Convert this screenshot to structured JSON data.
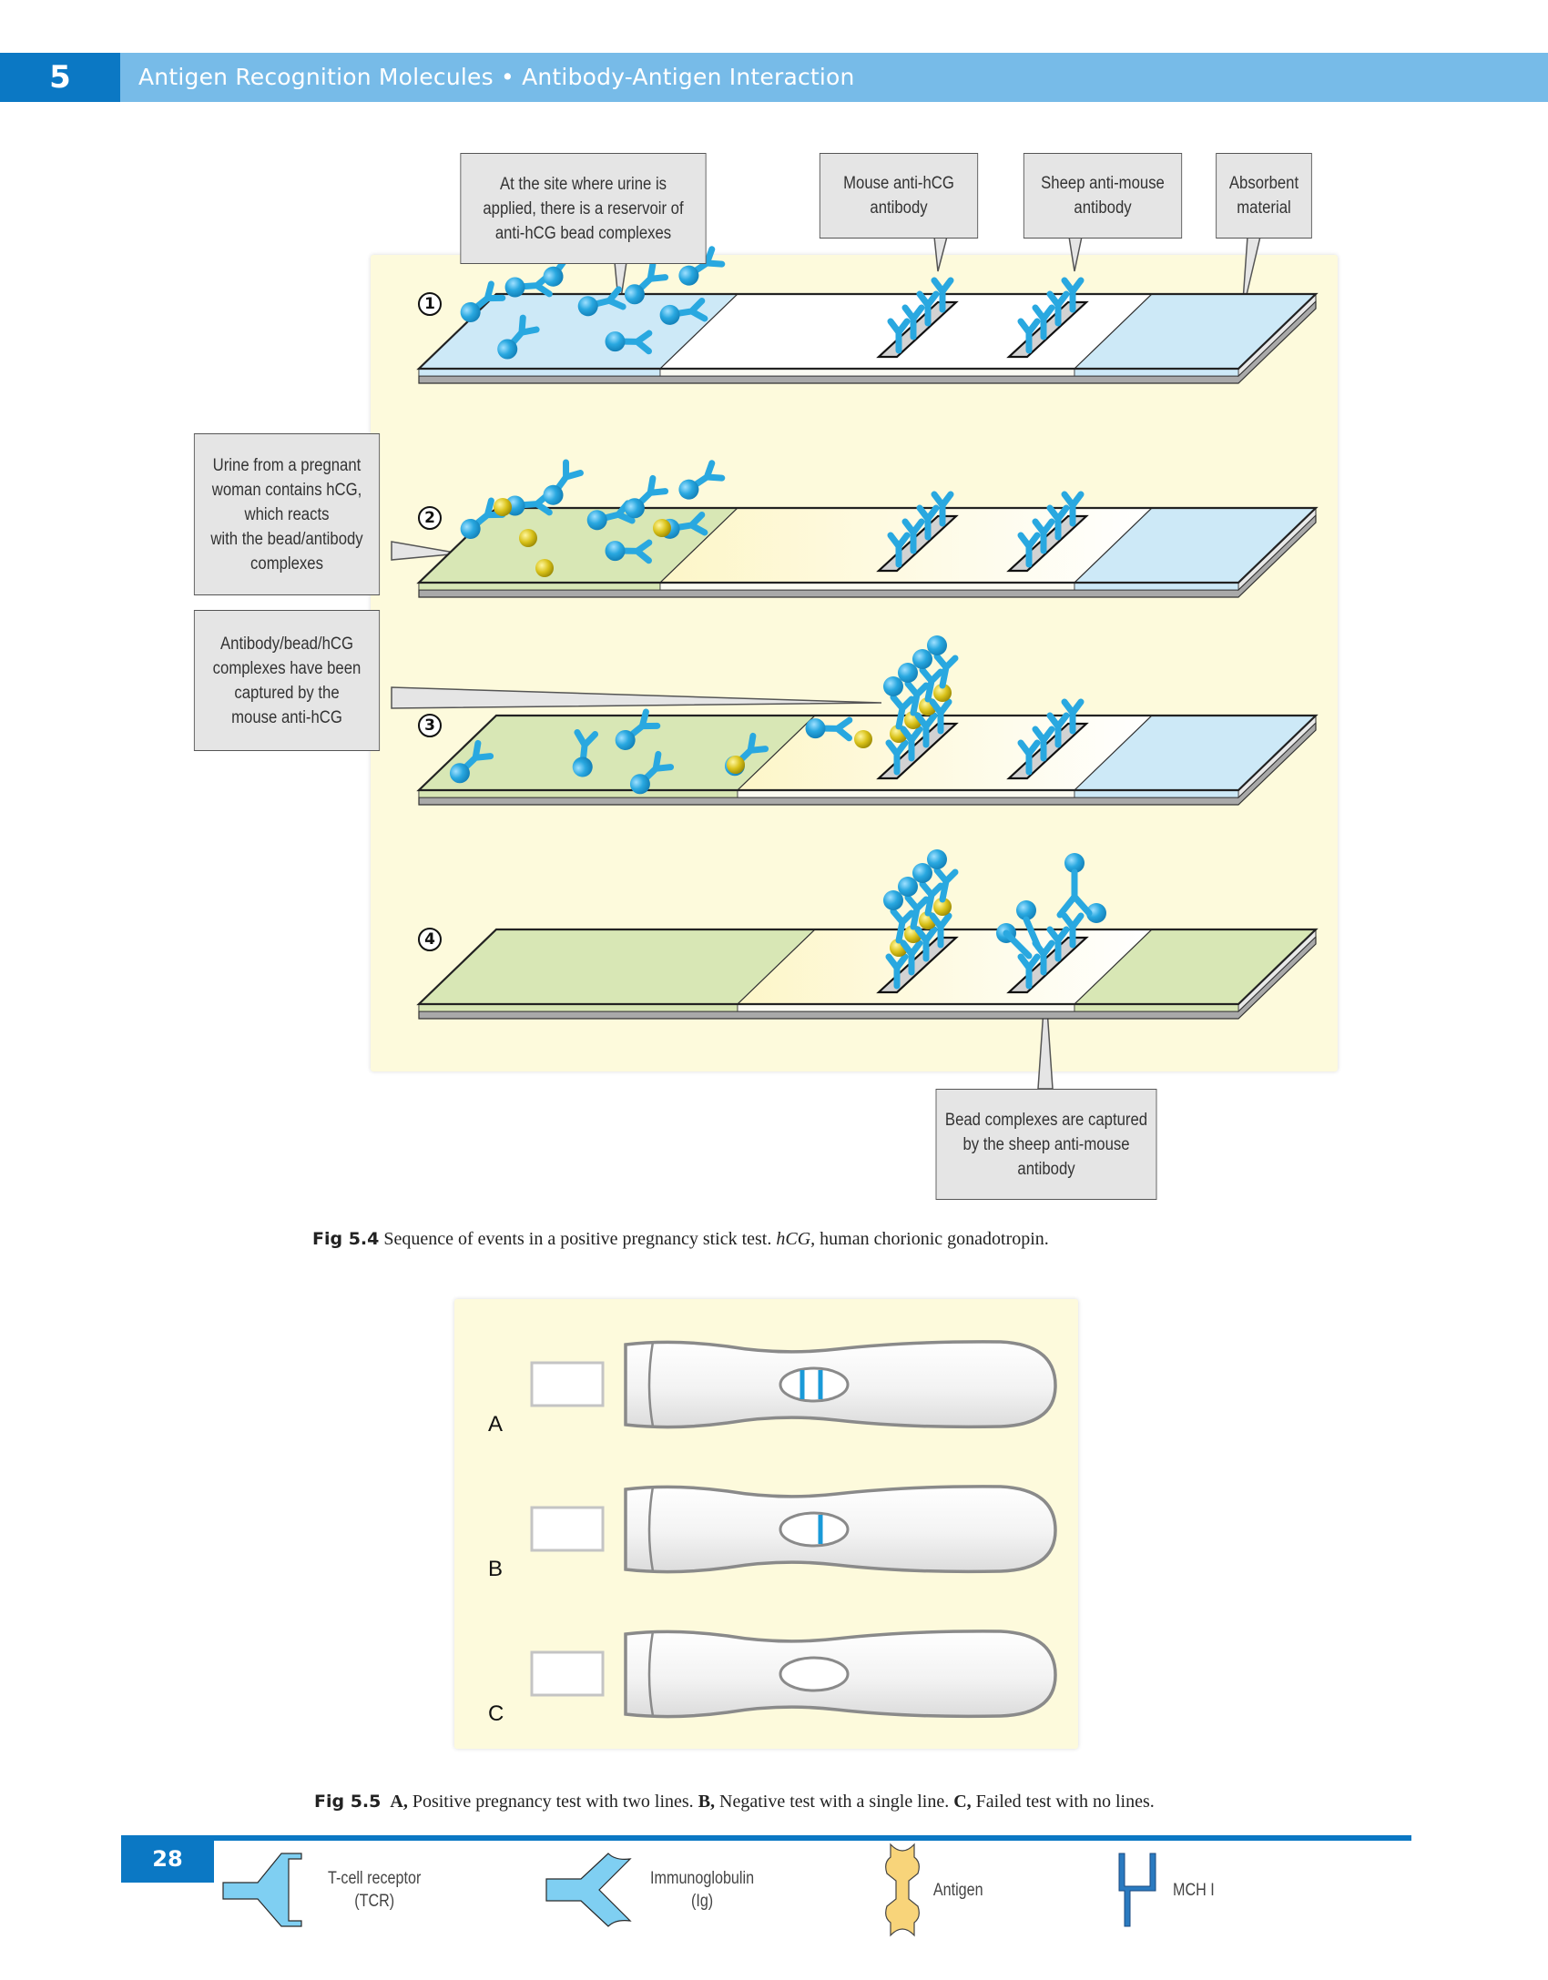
{
  "header": {
    "chapter_number": "5",
    "title": "Antigen Recognition Molecules • Antibody-Antigen Interaction"
  },
  "figure_5_4": {
    "steps": [
      "1",
      "2",
      "3",
      "4"
    ],
    "callouts": {
      "reservoir": "At the site where urine is\napplied, there is a reservoir of\nanti-hCG bead complexes",
      "mouse_antibody": "Mouse anti-hCG\nantibody",
      "sheep_antibody": "Sheep anti-mouse\nantibody",
      "absorbent": "Absorbent\nmaterial",
      "urine": "Urine from a pregnant\nwoman contains hCG,\nwhich reacts\nwith the bead/antibody\ncomplexes",
      "captured": "Antibody/bead/hCG\ncomplexes have been\ncaptured by the\nmouse anti-hCG",
      "bead_captured": "Bead complexes are captured\nby the sheep anti-mouse\nantibody"
    },
    "caption": {
      "label": "Fig 5.4",
      "text_1": " Sequence of events in a positive pregnancy stick test. ",
      "italic": "hCG,",
      "text_2": " human chorionic gonadotropin."
    },
    "colors": {
      "antibody_blue": "#29a8e0",
      "hcg_yellow": "#d9c21a",
      "reservoir_blue": "#cde9f7",
      "reacted_green": "#d8e7b5",
      "strip_white": "#ffffff",
      "panel_bg": "#fdfadc"
    }
  },
  "figure_5_5": {
    "sticks": [
      {
        "label": "A",
        "lines": 2
      },
      {
        "label": "B",
        "lines": 1
      },
      {
        "label": "C",
        "lines": 0
      }
    ],
    "caption": {
      "label": "Fig 5.5",
      "a_label": "A,",
      "a_text": " Positive pregnancy test with two lines. ",
      "b_label": "B,",
      "b_text": " Negative test with a single line. ",
      "c_label": "C,",
      "c_text": " Failed test with no lines."
    }
  },
  "footer": {
    "page_number": "28",
    "legend": [
      {
        "icon": "t-cell-receptor-icon",
        "label": "T-cell receptor\n(TCR)"
      },
      {
        "icon": "immunoglobulin-icon",
        "label": "Immunoglobulin\n(Ig)"
      },
      {
        "icon": "antigen-icon",
        "label": "Antigen"
      },
      {
        "icon": "mhc-i-icon",
        "label": "MCH I"
      }
    ]
  }
}
